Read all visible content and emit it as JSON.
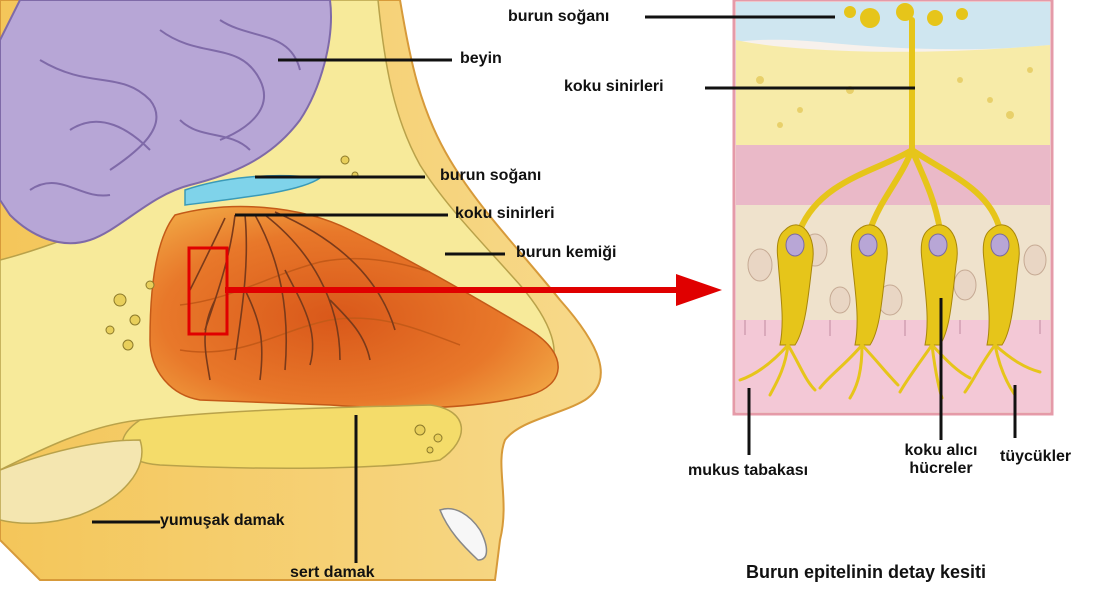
{
  "left_labels": {
    "brain": "beyin",
    "olfactory_bulb": "burun soğanı",
    "olfactory_nerves": "koku sinirleri",
    "nasal_bone": "burun kemiği",
    "soft_palate": "yumuşak damak",
    "hard_palate": "sert damak"
  },
  "right_labels": {
    "olfactory_bulb": "burun soğanı",
    "olfactory_nerves": "koku sinirleri",
    "mucus_layer": "mukus tabakası",
    "receptor_cells_line1": "koku alıcı",
    "receptor_cells_line2": "hücreler",
    "cilia": "tüycükler"
  },
  "caption": "Burun epitelinin detay kesiti",
  "colors": {
    "brain": "#b7a6d6",
    "bone": "#f6e07a",
    "cavity": "#e8782a",
    "nerve": "#e6c51a",
    "arrow": "#e00000",
    "detail_frame": "#e59aa8"
  }
}
